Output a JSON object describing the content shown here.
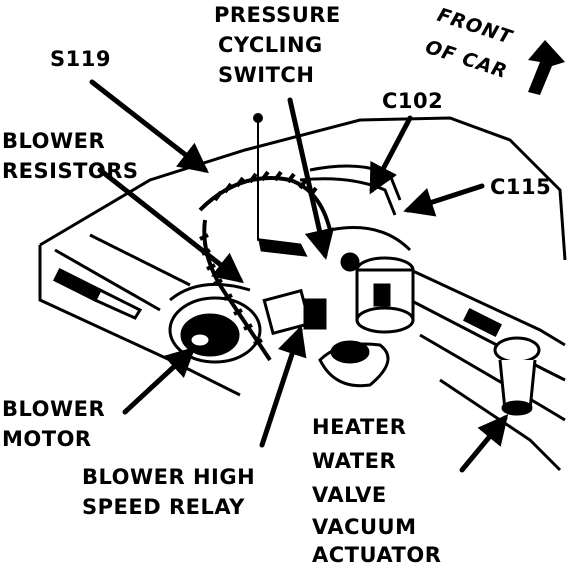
{
  "labels": {
    "pressure_line1": "PRESSURE",
    "pressure_line2": "CYCLING",
    "pressure_line3": "SWITCH",
    "s119": "S119",
    "blower_resistors_line1": "BLOWER",
    "blower_resistors_line2": "RESISTORS",
    "c102": "C102",
    "c115": "C115",
    "blower_motor_line1": "BLOWER",
    "blower_motor_line2": "MOTOR",
    "relay_line1": "BLOWER HIGH",
    "relay_line2": "SPEED RELAY",
    "heater_line1": "HEATER",
    "heater_line2": "WATER",
    "heater_line3": "VALVE",
    "heater_line4": "VACUUM",
    "heater_line5": "ACTUATOR",
    "front_line1": "FRONT",
    "front_line2": "OF CAR"
  },
  "colors": {
    "ink": "#000000",
    "paper": "#ffffff"
  }
}
